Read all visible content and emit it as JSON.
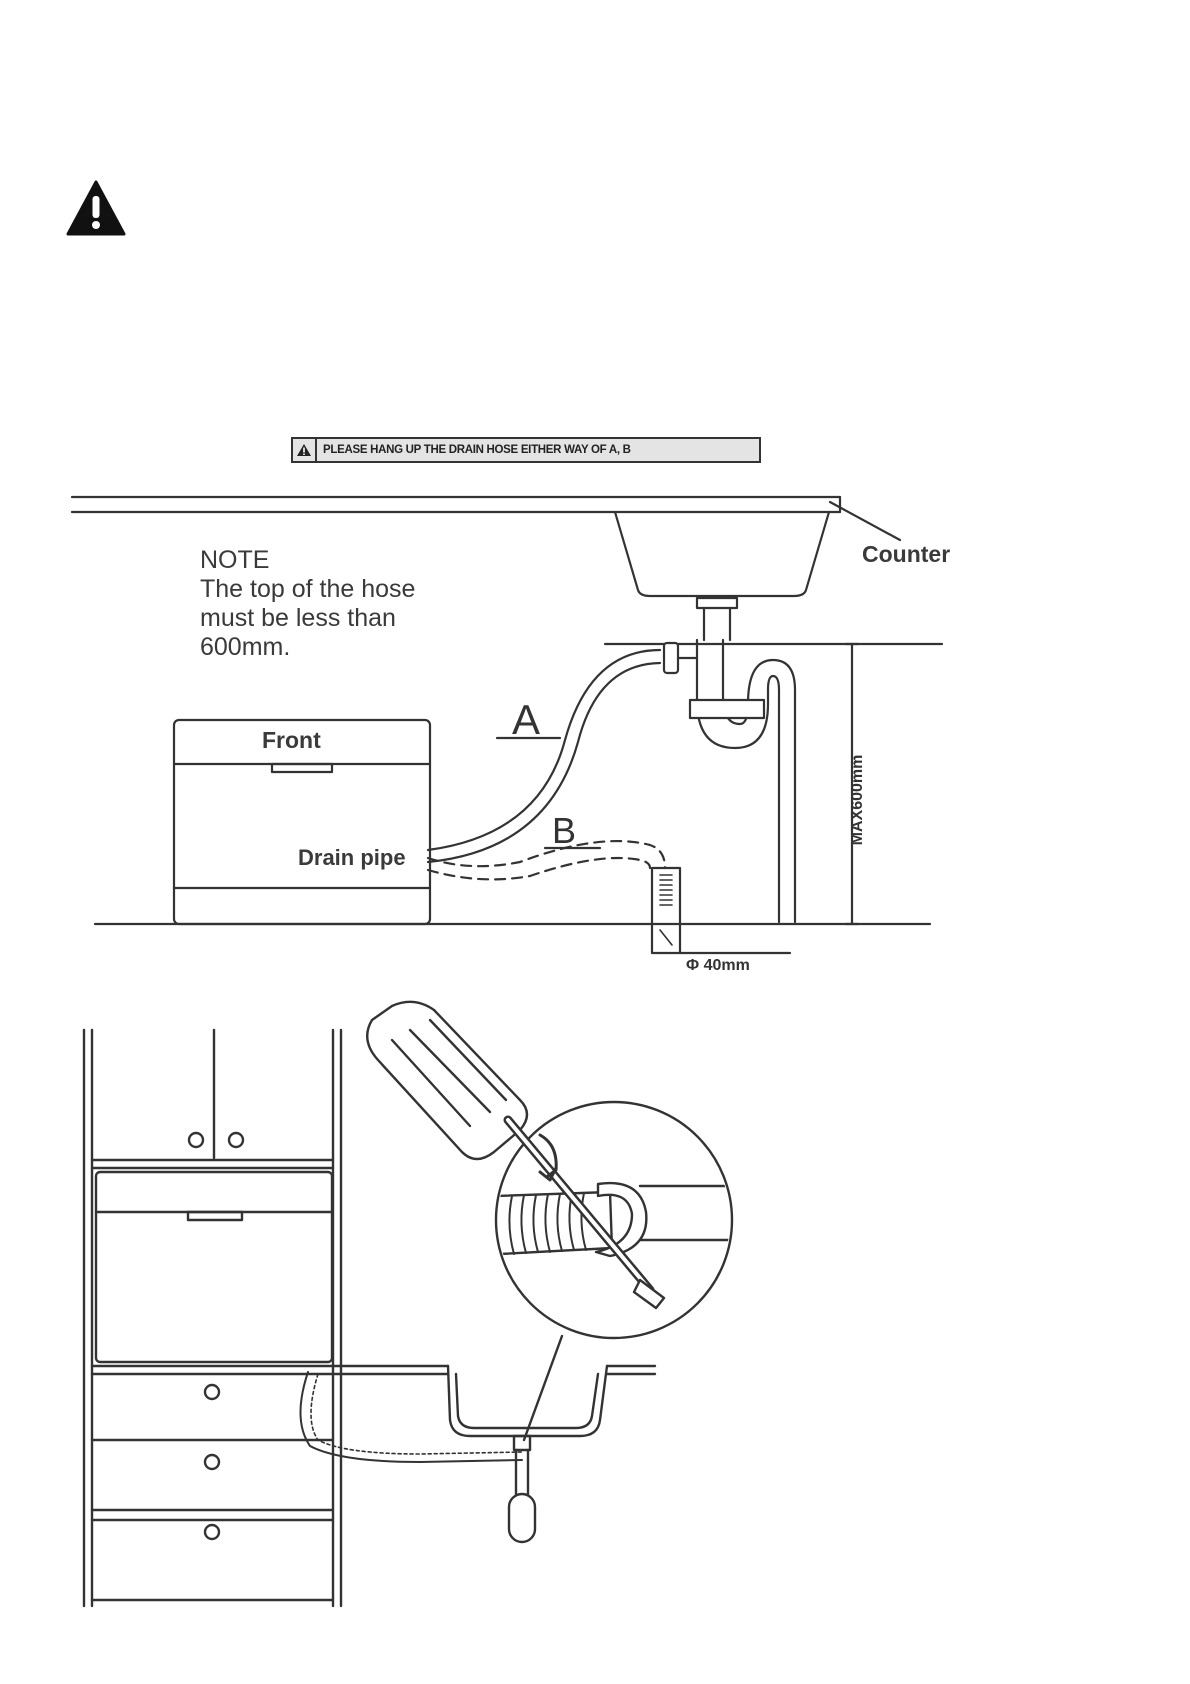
{
  "warning": {
    "icon": "warning-triangle-icon"
  },
  "banner": {
    "text": "PLEASE HANG UP THE DRAIN HOSE EITHER WAY OF A, B"
  },
  "note": {
    "lines": [
      "NOTE",
      "The top of the hose",
      "must be less than",
      "600mm."
    ]
  },
  "labels": {
    "counter": "Counter",
    "front": "Front",
    "drain_pipe": "Drain pipe",
    "a": "A",
    "b": "B",
    "max_height": "MAX600mm",
    "diameter": "Φ 40mm"
  }
}
